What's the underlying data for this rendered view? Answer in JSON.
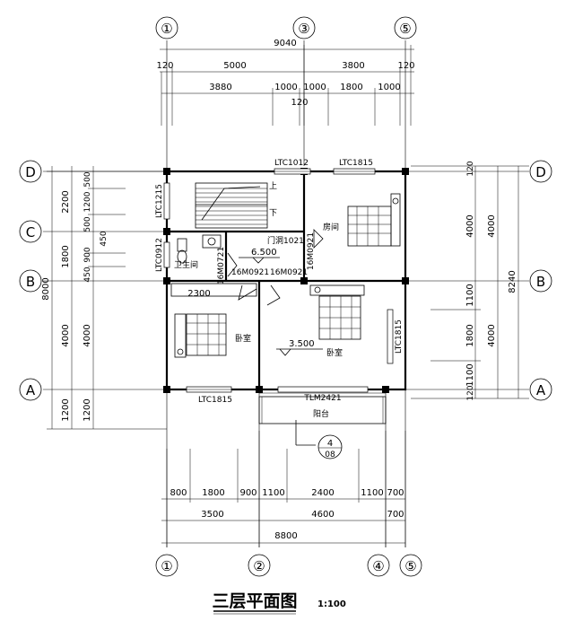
{
  "title": "三层平面图",
  "scale": "1:100",
  "axes": {
    "top": [
      "①",
      "③",
      "⑤"
    ],
    "bottom": [
      "①",
      "②",
      "④",
      "⑤"
    ],
    "left": [
      "D",
      "C",
      "B",
      "A"
    ],
    "right": [
      "D",
      "B",
      "A"
    ]
  },
  "dims_top": {
    "total": "9040",
    "seg1": [
      "120",
      "5000",
      "3800",
      "120"
    ],
    "seg2": [
      "3880",
      "1000",
      "1000",
      "1800",
      "1000"
    ],
    "center": "120"
  },
  "dims_bottom": {
    "seg1": [
      "800",
      "1800",
      "900",
      "1100",
      "2400",
      "1100",
      "700"
    ],
    "seg2": [
      "3500",
      "4600",
      "700"
    ],
    "total": "8800"
  },
  "dims_left": {
    "outer": [
      "2200",
      "1800",
      "4000",
      "1200"
    ],
    "inner": [
      "500",
      "1200",
      "500",
      "900",
      "450",
      "450",
      "4000",
      "1200"
    ],
    "total": "8000"
  },
  "dims_right": {
    "inner": [
      "120",
      "4000",
      "1100",
      "1800",
      "1100",
      "120"
    ],
    "outer": [
      "4000",
      "4000"
    ],
    "total": "8240"
  },
  "labels": {
    "w_top1": "LTC1012",
    "w_top2": "LTC1815",
    "w_left1": "LTC1215",
    "w_left2": "LTC0912",
    "w_right": "LTC1815",
    "w_bottom": "LTC1815",
    "door_balcony": "TLM2421",
    "door_main": "门洞1021",
    "d1": "16M0921",
    "d2": "16M0921",
    "d3": "16M0921",
    "d4": "16M0721",
    "up": "上",
    "down": "下",
    "room_fj": "房间",
    "room_wc": "卫生间",
    "room_ws1": "卧室",
    "room_ws2": "卧室",
    "balcony": "阳台",
    "elev1": "6.500",
    "elev2": "3.500",
    "detail_num": "4",
    "detail_sheet": "08",
    "dim_2300": "2300"
  }
}
